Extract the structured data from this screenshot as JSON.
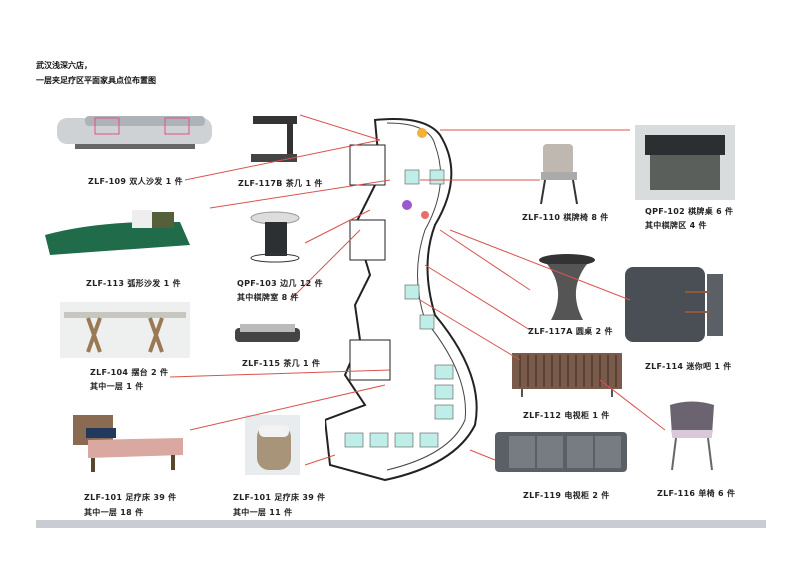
{
  "header": {
    "store": "武汉浅深六店，",
    "title": "一层夹足疗区平面家具点位布置图"
  },
  "items": [
    {
      "code": "ZLF-109",
      "name": "双人沙发",
      "qty": "1 件"
    },
    {
      "code": "ZLF-117B",
      "name": "茶几",
      "qty": "1 件"
    },
    {
      "code": "ZLF-113",
      "name": "弧形沙发",
      "qty": "1 件"
    },
    {
      "code": "QPF-103",
      "name": "边几",
      "qty": "12 件",
      "note": "其中棋牌室 8 件"
    },
    {
      "code": "ZLF-104",
      "name": "摆台",
      "qty": "2 件",
      "note": "其中一层 1 件"
    },
    {
      "code": "ZLF-115",
      "name": "茶几",
      "qty": "1 件"
    },
    {
      "code": "ZLF-101",
      "name": "足疗床",
      "qty": "39 件",
      "note": "其中一层 18 件"
    },
    {
      "code": "ZLF-101",
      "name": "足疗床",
      "qty": "39 件",
      "note": "其中一层 11 件"
    },
    {
      "code": "ZLF-110",
      "name": "棋牌椅",
      "qty": "8 件"
    },
    {
      "code": "QPF-102",
      "name": "棋牌桌",
      "qty": "6 件",
      "note": "其中棋牌区 4 件"
    },
    {
      "code": "ZLF-117A",
      "name": "圆桌",
      "qty": "2 件"
    },
    {
      "code": "ZLF-114",
      "name": "迷你吧",
      "qty": "1 件"
    },
    {
      "code": "ZLF-112",
      "name": "电视柜",
      "qty": "1 件"
    },
    {
      "code": "ZLF-119",
      "name": "电视柜",
      "qty": "2 件"
    },
    {
      "code": "ZLF-116",
      "name": "单椅",
      "qty": "6 件"
    }
  ],
  "colors": {
    "leader": "#d9534f",
    "sofa_green": "#1f6b4a",
    "dark": "#3a3f44"
  }
}
